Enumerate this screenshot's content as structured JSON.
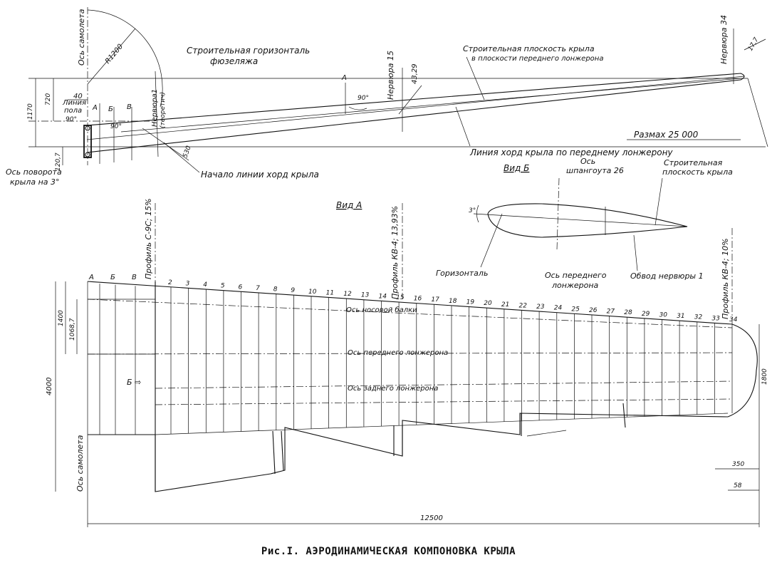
{
  "caption": "Рис.I. АЭРОДИНАМИЧЕСКАЯ КОМПОНОВКА КРЫЛА",
  "top_view": {
    "aircraft_axis": "Ось самолета",
    "radius": "R1200",
    "fuselage_horizontal_1": "Строительная горизонталь",
    "fuselage_horizontal_2": "фюзеляжа",
    "wing_plane_1": "Строительная   плоскость крыла",
    "wing_plane_2": "в плоскости переднего лонжерона",
    "rib34": "Нервюра 34",
    "dim_17_7": "17,7",
    "rib15": "Нервюра 15",
    "dim_43_29": "43,29",
    "rib1_a": "Нервюра1",
    "rib1_b": "(теоретич)",
    "floor_1": "Линия",
    "floor_2": "пола",
    "dim_40": "40",
    "dim_720": "720",
    "dim_1170": "1170",
    "dim_120_7": "120,7",
    "dim_530": "530",
    "angle_90_1": "90°",
    "angle_90_2": "90°",
    "angle_90_3": "90°",
    "label_a": "А",
    "label_b": "Б",
    "label_v": "В",
    "label_a_arrow": "А",
    "rotation_1": "Ось поворота",
    "rotation_2": "крыла на 3°",
    "chord_start": "Начало линии хорд крыла",
    "chord_line": "Линия хорд крыла по переднему лонжерону",
    "span": "Размах 25 000"
  },
  "section_view": {
    "title": "Вид Б",
    "frame_axis_1": "Ось",
    "frame_axis_2": "шпангоута 26",
    "wing_plane_1": "Строительная",
    "wing_plane_2": "плоскость крыла",
    "angle": "3°",
    "horizontal": "Горизонталь",
    "front_spar_1": "Ось переднего",
    "front_spar_2": "лонжерона",
    "rib1_contour": "Обвод нервюры 1"
  },
  "plan_view": {
    "title": "Вид А",
    "profile_root": "Профиль С-9С; 15%",
    "profile_mid": "Профиль КВ-4; 13,93%",
    "profile_tip": "Профиль КВ-4; 10%",
    "col_a": "А",
    "col_b": "Б",
    "col_v": "В",
    "rib_numbers": [
      "2",
      "3",
      "4",
      "5",
      "6",
      "7",
      "8",
      "9",
      "10",
      "11",
      "12",
      "13",
      "14",
      "15",
      "16",
      "17",
      "18",
      "19",
      "20",
      "21",
      "22",
      "23",
      "24",
      "25",
      "26",
      "27",
      "28",
      "29",
      "30",
      "31",
      "32",
      "33",
      "34"
    ],
    "axis_nose": "Ось носовой балки",
    "axis_front_spar": "Ось переднего лонжерона",
    "axis_rear_spar": "Ось заднего лонжерона",
    "aircraft_axis": "Ось самолета",
    "view_b_arrow": "Б ⇨",
    "dim_4000": "4000",
    "dim_1400": "1400",
    "dim_1068_7": "1068,7",
    "dim_1800": "1800",
    "dim_350": "350",
    "dim_58": "58",
    "dim_12500": "12500"
  }
}
